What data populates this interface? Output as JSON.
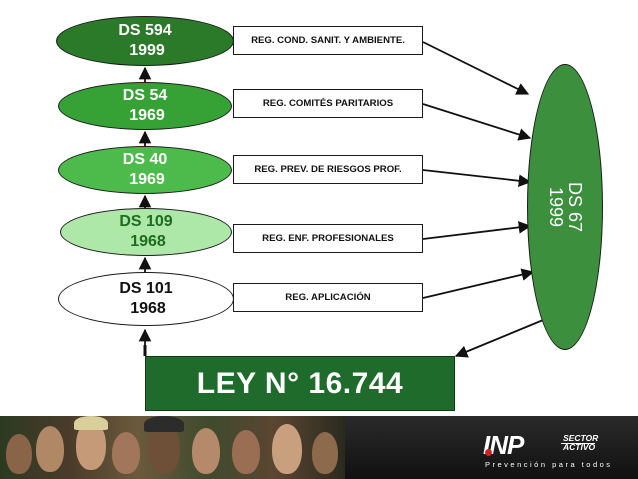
{
  "diagram": {
    "decrees": [
      {
        "line1": "DS 594",
        "line2": "1999",
        "fill": "#2a7a2a",
        "text_color": "#ffffff"
      },
      {
        "line1": "DS 54",
        "line2": "1969",
        "fill": "#36a236",
        "text_color": "#ffffff"
      },
      {
        "line1": "DS 40",
        "line2": "1969",
        "fill": "#4cbb4c",
        "text_color": "#ffffff"
      },
      {
        "line1": "DS 109",
        "line2": "1968",
        "fill": "#aee8a8",
        "text_color": "#1e6b22"
      },
      {
        "line1": "DS 101",
        "line2": "1968",
        "fill": "#ffffff",
        "text_color": "#111111"
      }
    ],
    "regulations": [
      "REG. COND. SANIT. Y AMBIENTE.",
      "REG. COMITÉS PARITARIOS",
      "REG. PREV. DE RIESGOS PROF.",
      "REG. ENF. PROFESIONALES",
      "REG. APLICACIÓN"
    ],
    "ds67": {
      "line1": "DS 67",
      "line2": "1999",
      "fill": "#3c8f3c"
    },
    "law": {
      "label": "LEY N° 16.744",
      "fill": "#1f6b2c"
    }
  },
  "footer": {
    "logo_text": "INP",
    "logo_sub1": "SECTOR",
    "logo_sub2": "ACTIVO",
    "tagline": "Prevención para todos"
  }
}
